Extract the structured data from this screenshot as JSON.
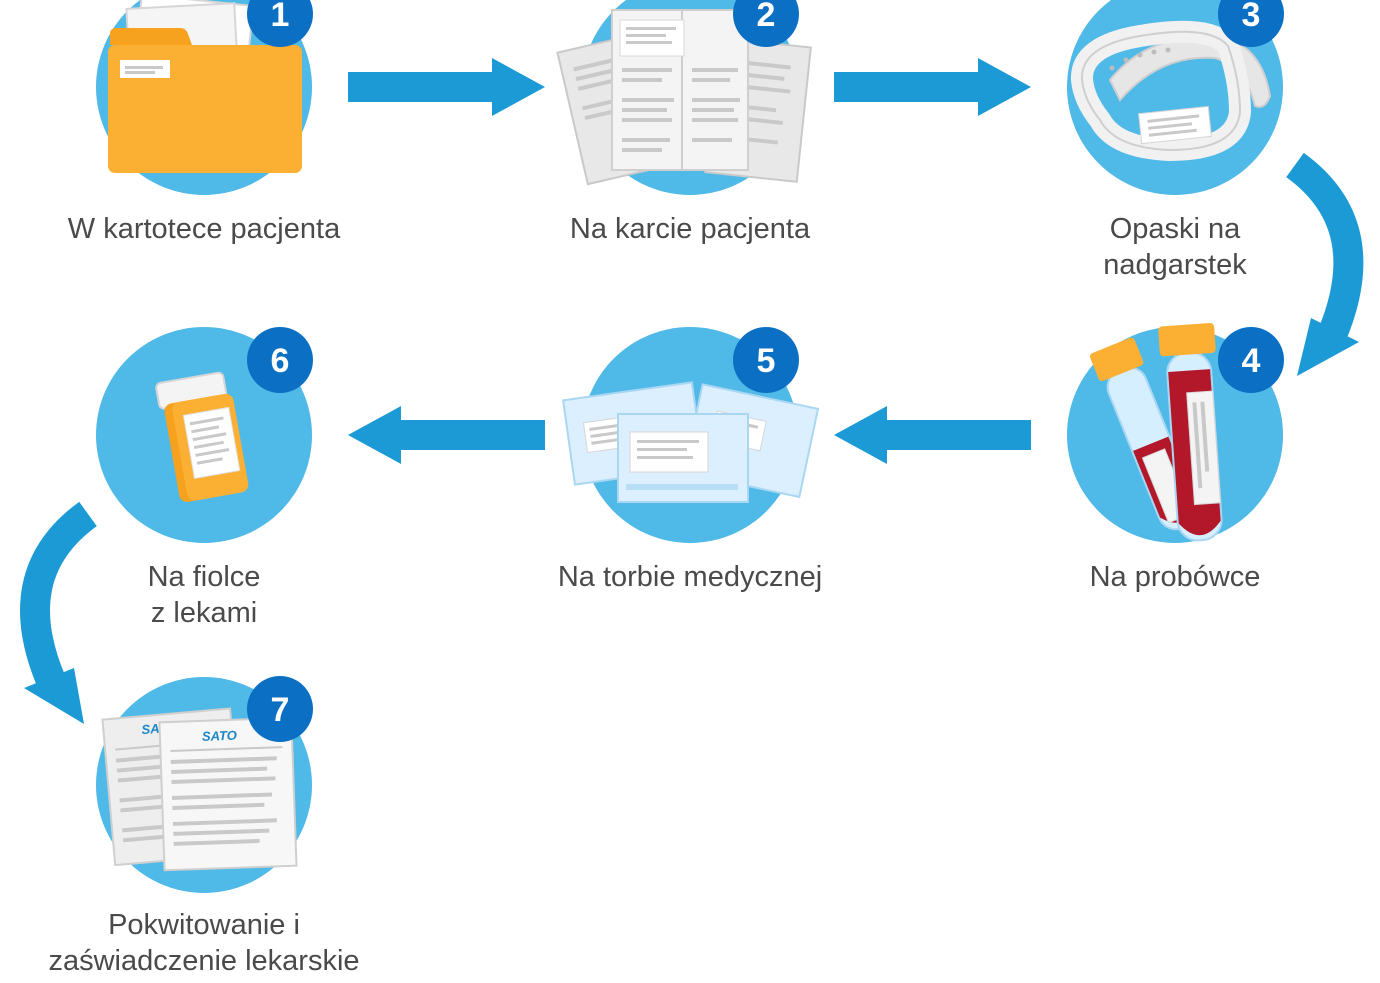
{
  "colors": {
    "circle": "#4fb9e8",
    "badge": "#0b6fc4",
    "arrow": "#1b9ad6",
    "folder": "#fbb034",
    "folder_tab": "#f6a21e",
    "paper": "#f3f3f3",
    "paper_lines": "#c9c9c9",
    "label_text": "#4a4a4a",
    "blood": "#b3182a",
    "tube_cap": "#fbb034",
    "bag": "#dcefff",
    "logo": "#1b86c8"
  },
  "steps": [
    {
      "number": "1",
      "label": "W kartotece pacjenta",
      "icon": "folder-icon"
    },
    {
      "number": "2",
      "label": "Na karcie pacjenta",
      "icon": "patient-chart-icon"
    },
    {
      "number": "3",
      "label": "Opaski na\nnadgarstek",
      "icon": "wristband-icon"
    },
    {
      "number": "4",
      "label": "Na probówce",
      "icon": "test-tube-icon"
    },
    {
      "number": "5",
      "label": "Na torbie medycznej",
      "icon": "medical-bag-icon"
    },
    {
      "number": "6",
      "label": "Na fiolce\nz lekami",
      "icon": "pill-bottle-icon"
    },
    {
      "number": "7",
      "label": "Pokwitowanie i\nzaświadczenie lekarskie",
      "icon": "receipt-document-icon"
    }
  ],
  "documents": {
    "logo_text": "SATO"
  }
}
